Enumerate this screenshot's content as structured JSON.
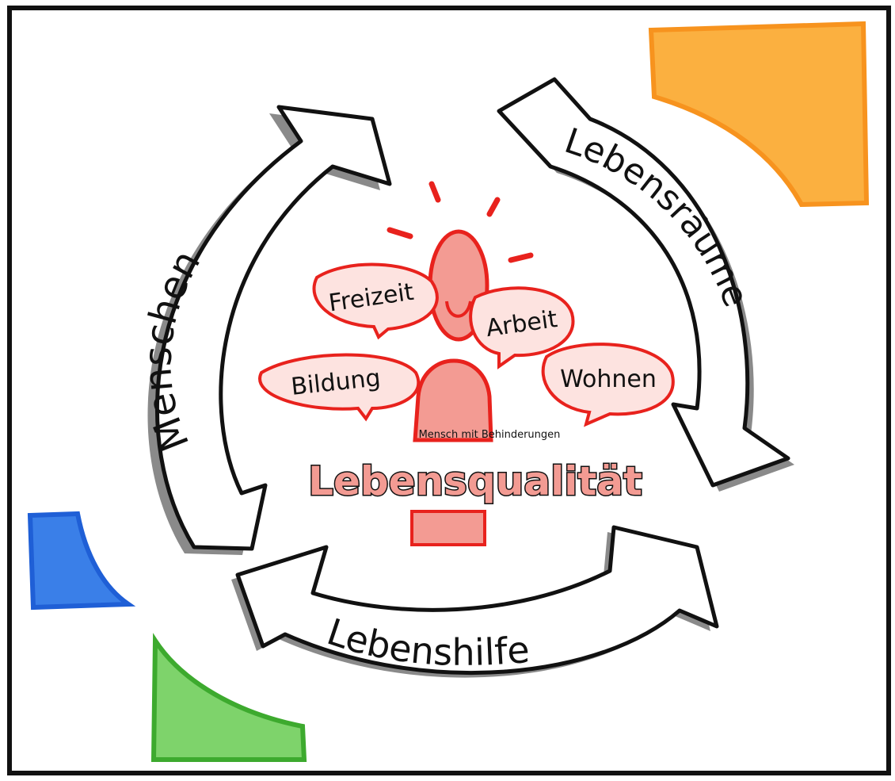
{
  "diagram": {
    "center_label": "Lebensqualität",
    "person_label": "Mensch mit Behinderungen",
    "arrows": [
      {
        "label": "Menschen"
      },
      {
        "label": "Lebensräume"
      },
      {
        "label": "Lebenshilfe"
      }
    ],
    "bubbles": [
      {
        "label": "Freizeit"
      },
      {
        "label": "Arbeit"
      },
      {
        "label": "Bildung"
      },
      {
        "label": "Wohnen"
      }
    ]
  },
  "colors": {
    "frame": "#111111",
    "arrow_fill": "#ffffff",
    "arrow_shadow": "#8a8a8a",
    "accent_red": "#e8221d",
    "salmon": "#f39b93",
    "orange": "#fbb040",
    "orange_edge": "#f7931e",
    "blue": "#3a7fe8",
    "blue_edge": "#1f5fd6",
    "green": "#7ed36b",
    "green_edge": "#3daa2e"
  }
}
